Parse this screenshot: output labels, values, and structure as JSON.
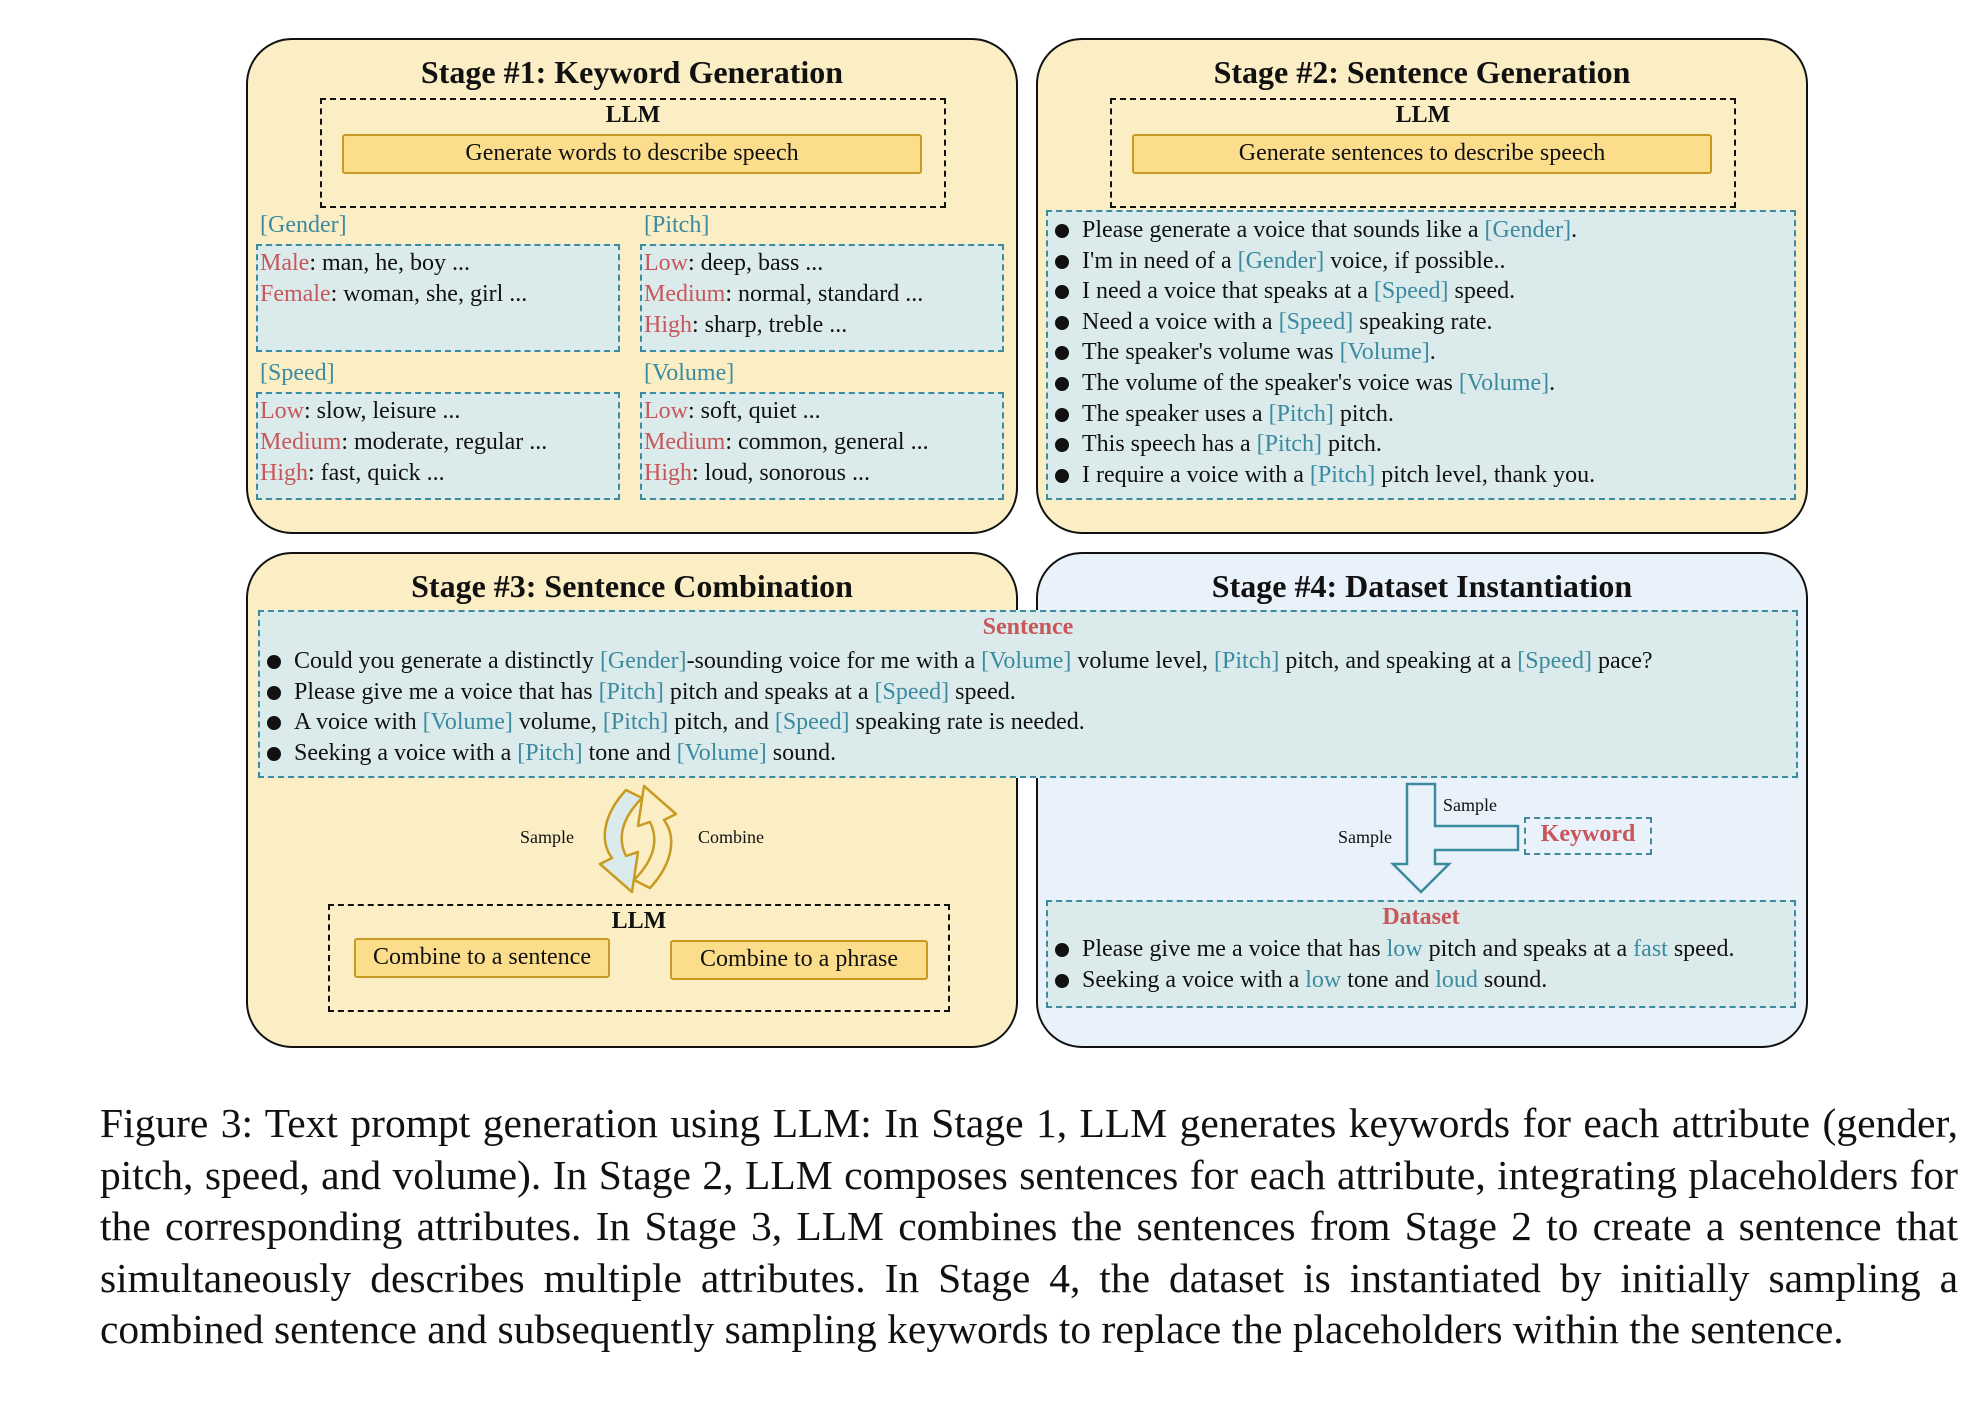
{
  "stage1": {
    "title": "Stage #1: Keyword Generation",
    "llm": "LLM",
    "prompt": "Generate words to describe speech",
    "groups": [
      {
        "name": "[Gender]",
        "lines": [
          {
            "level": "Male",
            "words": ": man, he, boy ..."
          },
          {
            "level": "Female",
            "words": ": woman, she, girl ..."
          }
        ]
      },
      {
        "name": "[Pitch]",
        "lines": [
          {
            "level": "Low",
            "words": ": deep, bass ..."
          },
          {
            "level": "Medium",
            "words": ": normal, standard ..."
          },
          {
            "level": "High",
            "words": ": sharp, treble ..."
          }
        ]
      },
      {
        "name": "[Speed]",
        "lines": [
          {
            "level": "Low",
            "words": ": slow, leisure ..."
          },
          {
            "level": "Medium",
            "words": ": moderate, regular ..."
          },
          {
            "level": "High",
            "words": ": fast, quick ..."
          }
        ]
      },
      {
        "name": "[Volume]",
        "lines": [
          {
            "level": "Low",
            "words": ": soft, quiet ..."
          },
          {
            "level": "Medium",
            "words": ": common, general ..."
          },
          {
            "level": "High",
            "words": ": loud, sonorous ..."
          }
        ]
      }
    ]
  },
  "stage2": {
    "title": "Stage #2:  Sentence Generation",
    "llm": "LLM",
    "prompt": "Generate sentences to describe speech",
    "sentences": [
      [
        "Please generate a voice that sounds like a ",
        "[Gender]",
        "."
      ],
      [
        "I'm in need of a ",
        "[Gender]",
        " voice, if possible.."
      ],
      [
        "I need a voice that speaks at a ",
        "[Speed]",
        " speed."
      ],
      [
        "Need a voice with a ",
        "[Speed]",
        " speaking rate."
      ],
      [
        "The speaker's volume was  ",
        "[Volume]",
        "."
      ],
      [
        "The volume of the speaker's voice was ",
        "[Volume]",
        "."
      ],
      [
        "The speaker uses a ",
        "[Pitch]",
        " pitch."
      ],
      [
        "This speech has a ",
        "[Pitch]",
        " pitch."
      ],
      [
        "I require a voice with a ",
        "[Pitch]",
        " pitch level, thank you."
      ]
    ]
  },
  "stage3": {
    "title": "Stage #3:  Sentence Combination",
    "sample_label": "Sample",
    "combine_label": "Combine",
    "llm": "LLM",
    "btn_sentence": "Combine to a sentence",
    "btn_phrase": "Combine to a phrase"
  },
  "stage4": {
    "title": "Stage #4: Dataset Instantiation",
    "sample_label_top": "Sample",
    "sample_label_left": "Sample",
    "keyword": "Keyword",
    "dataset_header": "Dataset",
    "dataset": [
      [
        "Please give me a voice that has ",
        "low",
        " pitch and speaks at a ",
        "fast",
        " speed."
      ],
      [
        "Seeking a voice with a ",
        "low",
        " tone and ",
        "loud",
        " sound."
      ]
    ]
  },
  "combined": {
    "header": "Sentence",
    "sentences": [
      [
        "Could you generate a distinctly ",
        "[Gender]",
        "-sounding voice for me with a ",
        "[Volume]",
        " volume level, ",
        "[Pitch]",
        " pitch, and speaking at a ",
        "[Speed]",
        " pace?"
      ],
      [
        "Please give me a voice that has ",
        "[Pitch]",
        " pitch and speaks at a ",
        "[Speed]",
        " speed."
      ],
      [
        "A voice with ",
        "[Volume]",
        " volume, ",
        "[Pitch]",
        " pitch, and ",
        "[Speed]",
        " speaking rate is needed."
      ],
      [
        "Seeking a voice with a ",
        "[Pitch]",
        " tone and ",
        "[Volume]",
        " sound."
      ]
    ]
  },
  "caption": "Figure 3:   Text prompt generation using LLM: In Stage 1, LLM generates keywords for each attribute (gender, pitch, speed, and volume). In Stage 2, LLM composes sentences for each attribute, integrating placeholders for the corresponding attributes. In Stage 3, LLM combines the sentences from Stage 2 to create a sentence that simultaneously describes multiple attributes. In Stage 4, the dataset is instantiated by initially sampling a combined sentence and subsequently sampling keywords to replace the placeholders within the sentence.",
  "colors": {
    "panel_yellow": "#fbeec4",
    "panel_blue": "#e9f2fb",
    "button_yellow": "#fbdd8c",
    "box_teal": "#dbebec",
    "placeholder_blue": "#3b8aa0",
    "level_red": "#c8565a"
  }
}
